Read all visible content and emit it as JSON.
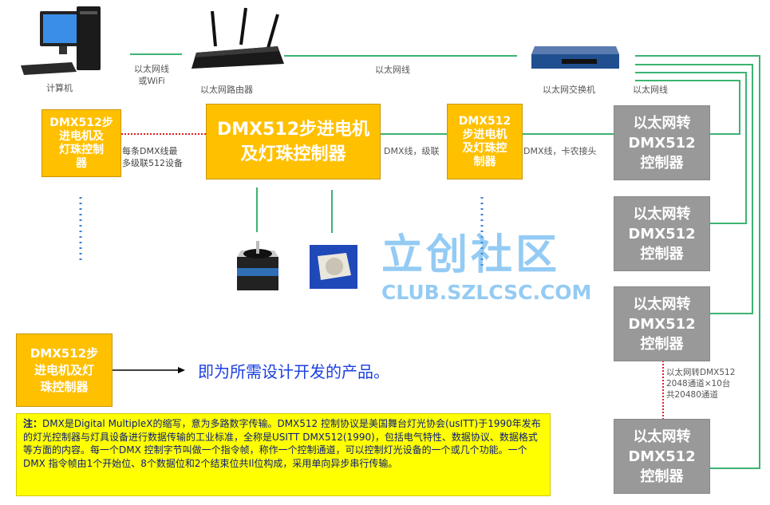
{
  "devices": {
    "computer_label": "计算机",
    "link1_label": "以太网线\n或WiFi",
    "router_label": "以太网路由器",
    "link2_label": "以太网线",
    "switch_label": "以太网交换机",
    "link3_label": "以太网线"
  },
  "controllers": {
    "small_left": "DMX512步\n进电机及\n灯珠控制\n器",
    "main": "DMX512步进电机\n及灯珠控制器",
    "middle": "DMX512\n步进电机\n及灯珠控\n制器",
    "cascade_note": "每条DMX线最\n多级联512设备",
    "dmx_cascade": "DMX线，级联",
    "dmx_xlr": "DMX线，卡农接头"
  },
  "converters": [
    "以太网转\nDMX512\n控制器",
    "以太网转\nDMX512\n控制器",
    "以太网转\nDMX512\n控制器",
    "以太网转\nDMX512\n控制器"
  ],
  "converter_note": "以太网转DMX512\n2048通道×10台\n共20480通道",
  "product": {
    "box": "DMX512步\n进电机及灯\n珠控制器",
    "caption": "即为所需设计开发的产品。"
  },
  "note": {
    "prefix": "注：",
    "text": "DMX是Digital MultipleX的缩写，意为多路数字传输。DMX512 控制协议是美国舞台灯光协会(usITT)于1990年发布的灯光控制器与灯具设备进行数据传输的工业标准，全称是USITT DMX512(1990)，包括电气特性、数据协议、数据格式等方面的内容。每一个DMX 控制字节叫做一个指令帧，称作一个控制通道，可以控制灯光设备的一个或几个功能。一个DMX 指令帧由1个开始位、8个数据位和2个结束位共Il位构成，采用单向异步串行传输。"
  },
  "watermark": {
    "cn": "立创社区",
    "url": "CLUB.SZLCSC.COM"
  },
  "colors": {
    "yellow": "#ffc000",
    "gray": "#999999",
    "green": "#3cb371",
    "red_dotted": "#e02020",
    "blue_dotted": "#3a7fd5",
    "caption_blue": "#1a3fe0"
  }
}
